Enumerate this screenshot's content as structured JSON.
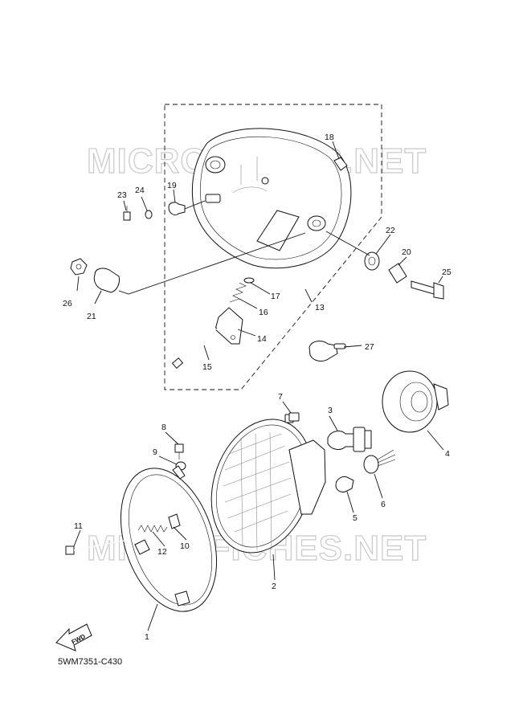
{
  "watermark": "MICROFICHES.NET",
  "diagram_code": "5WM7351-C430",
  "fwd_label": "FWD",
  "callouts": [
    {
      "id": "c1",
      "text": "1"
    },
    {
      "id": "c2",
      "text": "2"
    },
    {
      "id": "c3",
      "text": "3"
    },
    {
      "id": "c4",
      "text": "4"
    },
    {
      "id": "c5",
      "text": "5"
    },
    {
      "id": "c6",
      "text": "6"
    },
    {
      "id": "c7",
      "text": "7"
    },
    {
      "id": "c8",
      "text": "8"
    },
    {
      "id": "c9",
      "text": "9"
    },
    {
      "id": "c10",
      "text": "10"
    },
    {
      "id": "c11",
      "text": "11"
    },
    {
      "id": "c12",
      "text": "12"
    },
    {
      "id": "c13",
      "text": "13"
    },
    {
      "id": "c14",
      "text": "14"
    },
    {
      "id": "c15",
      "text": "15"
    },
    {
      "id": "c16",
      "text": "16"
    },
    {
      "id": "c17",
      "text": "17"
    },
    {
      "id": "c18",
      "text": "18"
    },
    {
      "id": "c19",
      "text": "19"
    },
    {
      "id": "c20",
      "text": "20"
    },
    {
      "id": "c21",
      "text": "21"
    },
    {
      "id": "c22",
      "text": "22"
    },
    {
      "id": "c23",
      "text": "23"
    },
    {
      "id": "c24",
      "text": "24"
    },
    {
      "id": "c25",
      "text": "25"
    },
    {
      "id": "c26",
      "text": "26"
    },
    {
      "id": "c27",
      "text": "27"
    }
  ]
}
